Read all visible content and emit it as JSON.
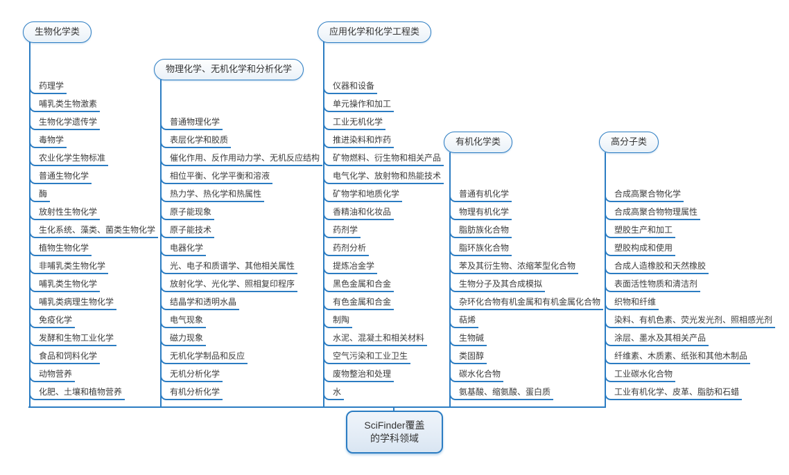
{
  "root": {
    "line1": "SciFinder覆盖",
    "line2": "的学科领域"
  },
  "branches": [
    {
      "label": "生物化学类",
      "items": [
        "药理学",
        "哺乳类生物激素",
        "生物化学遗传学",
        "毒物学",
        "农业化学生物标准",
        "普通生物化学",
        "酶",
        "放射性生物化学",
        "生化系统、藻类、菌类生物化学",
        "植物生物化学",
        "非哺乳类生物化学",
        "哺乳类生物化学",
        "哺乳类病理生物化学",
        "免疫化学",
        "发酵和生物工业化学",
        "食品和饲料化学",
        "动物营养",
        "化肥、土壤和植物营养"
      ]
    },
    {
      "label": "物理化学、无机化学和分析化学",
      "items": [
        "普通物理化学",
        "表层化学和胶质",
        "催化作用、反作用动力学、无机反应结构",
        "相位平衡、化学平衡和溶液",
        "热力学、热化学和热属性",
        "原子能现象",
        "原子能技术",
        "电器化学",
        "光、电子和质谱学、其他相关属性",
        "放射化学、光化学、照相复印程序",
        "结晶学和透明水晶",
        "电气现象",
        "磁力现象",
        "无机化学制品和反应",
        "无机分析化学",
        "有机分析化学"
      ]
    },
    {
      "label": "应用化学和化学工程类",
      "items": [
        "仪器和设备",
        "单元操作和加工",
        "工业无机化学",
        "推进染料和炸药",
        "矿物燃料、衍生物和相关产品",
        "电气化学、放射物和热能技术",
        "矿物学和地质化学",
        "香精油和化妆品",
        "药剂学",
        "药剂分析",
        "提炼冶金学",
        "黑色金属和合金",
        "有色金属和合金",
        "制陶",
        "水泥、混凝土和相关材料",
        "空气污染和工业卫生",
        "废物整治和处理",
        "水"
      ]
    },
    {
      "label": "有机化学类",
      "items": [
        "普通有机化学",
        "物理有机化学",
        "脂肪族化合物",
        "脂环族化合物",
        "苯及其衍生物、浓缩苯型化合物",
        "生物分子及其合成模拟",
        "杂环化合物有机金属和有机金属化合物",
        "萜烯",
        "生物碱",
        "类固醇",
        "碳水化合物",
        "氨基酸、缩氨酸、蛋白质"
      ]
    },
    {
      "label": "高分子类",
      "items": [
        "合成高聚合物化学",
        "合成高聚合物物理属性",
        "塑胶生产和加工",
        "塑胶构成和使用",
        "合成人造橡胶和天然橡胶",
        "表面活性物质和清洁剂",
        "织物和纤维",
        "染料、有机色素、荧光发光剂、照相感光剂",
        "涂层、墨水及其相关产品",
        "纤维素、木质素、纸张和其他木制品",
        "工业碳水化合物",
        "工业有机化学、皮革、脂肪和石蜡"
      ]
    }
  ],
  "colors": {
    "accent_line": "#2b7cc2",
    "item_text": "#3c3c3c",
    "root_fill": "#e3ecf6"
  }
}
